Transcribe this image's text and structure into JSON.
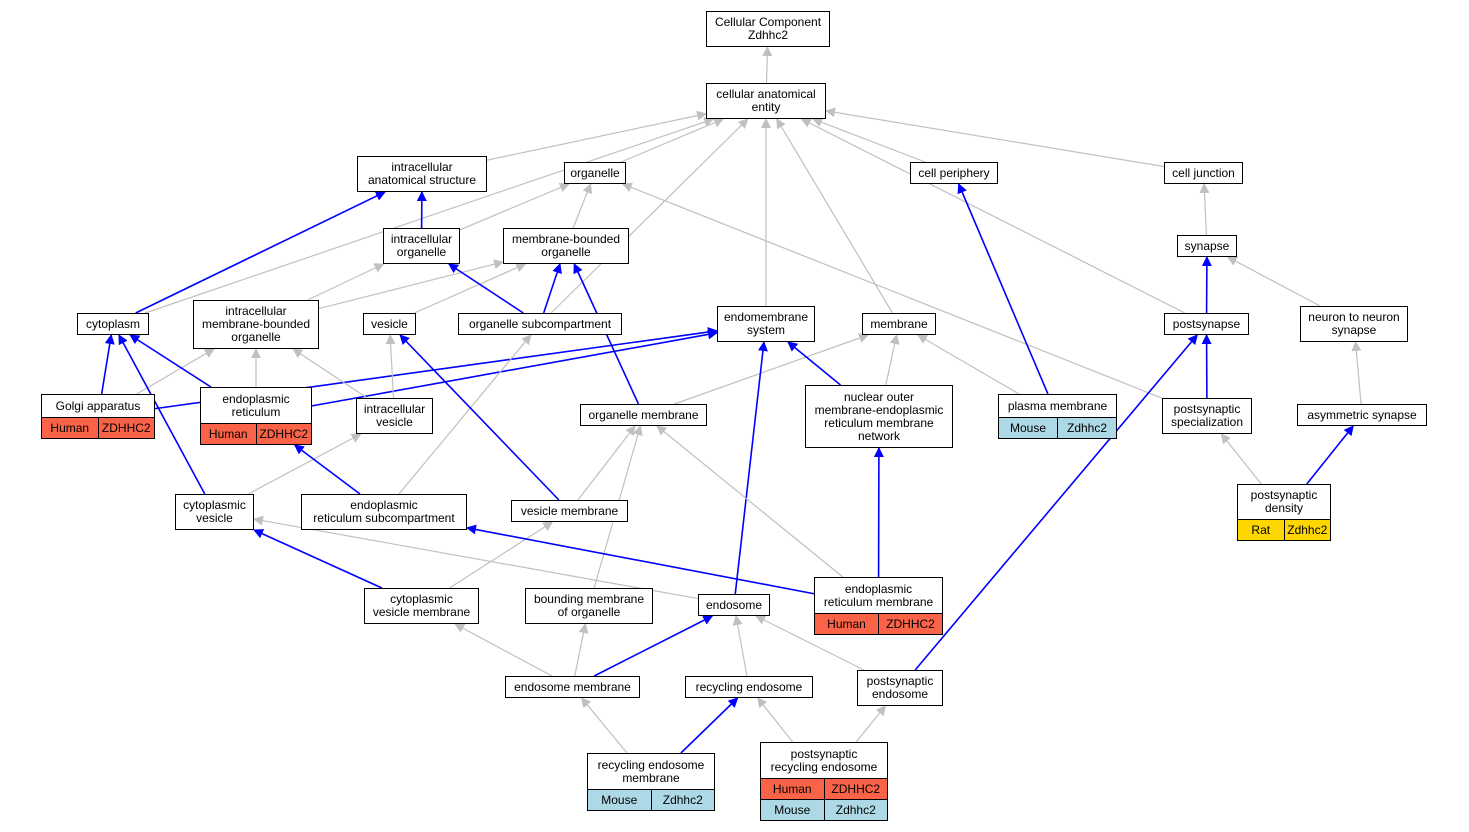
{
  "colors": {
    "edge_gray": "#c0c0c0",
    "edge_blue": "#0000ff",
    "human": "#fa6347",
    "mouse": "#add8e6",
    "rat": "#ffd700"
  },
  "nodes": {
    "root": {
      "label": "Cellular Component\nZdhhc2"
    },
    "cae": {
      "label": "cellular anatomical\nentity"
    },
    "ias": {
      "label": "intracellular\nanatomical structure"
    },
    "organelle": {
      "label": "organelle"
    },
    "cellper": {
      "label": "cell periphery"
    },
    "celljunc": {
      "label": "cell junction"
    },
    "intorg": {
      "label": "intracellular\norganelle"
    },
    "mbo": {
      "label": "membrane-bounded\norganelle"
    },
    "synapse": {
      "label": "synapse"
    },
    "cytoplasm": {
      "label": "cytoplasm"
    },
    "imbo": {
      "label": "intracellular\nmembrane-bounded\norganelle"
    },
    "vesicle": {
      "label": "vesicle"
    },
    "orgsub": {
      "label": "organelle subcompartment"
    },
    "endomem": {
      "label": "endomembrane\nsystem"
    },
    "membrane": {
      "label": "membrane"
    },
    "postsynapse": {
      "label": "postsynapse"
    },
    "n2n": {
      "label": "neuron to neuron\nsynapse"
    },
    "golgi": {
      "label": "Golgi apparatus",
      "rows": [
        [
          "Human",
          "ZDHHC2"
        ]
      ]
    },
    "er": {
      "label": "endoplasmic\nreticulum",
      "rows": [
        [
          "Human",
          "ZDHHC2"
        ]
      ]
    },
    "intves": {
      "label": "intracellular\nvesicle"
    },
    "orgmem": {
      "label": "organelle membrane"
    },
    "nomer": {
      "label": "nuclear outer\nmembrane-endoplasmic\nreticulum membrane\nnetwork"
    },
    "plasmamem": {
      "label": "plasma membrane",
      "rows": [
        [
          "Mouse",
          "Zdhhc2"
        ]
      ]
    },
    "pss": {
      "label": "postsynaptic\nspecialization"
    },
    "asymsyn": {
      "label": "asymmetric synapse"
    },
    "cytoves": {
      "label": "cytoplasmic\nvesicle"
    },
    "ersub": {
      "label": "endoplasmic\nreticulum subcompartment"
    },
    "vesmem": {
      "label": "vesicle membrane"
    },
    "psd": {
      "label": "postsynaptic\ndensity",
      "rows": [
        [
          "Rat",
          "Zdhhc2"
        ]
      ]
    },
    "cvm": {
      "label": "cytoplasmic\nvesicle membrane"
    },
    "bmo": {
      "label": "bounding membrane\nof organelle"
    },
    "endosome": {
      "label": "endosome"
    },
    "ermem": {
      "label": "endoplasmic\nreticulum membrane",
      "rows": [
        [
          "Human",
          "ZDHHC2"
        ]
      ]
    },
    "endomemb": {
      "label": "endosome membrane"
    },
    "recendo": {
      "label": "recycling endosome"
    },
    "psendo": {
      "label": "postsynaptic\nendosome"
    },
    "rem": {
      "label": "recycling endosome\nmembrane",
      "rows": [
        [
          "Mouse",
          "Zdhhc2"
        ]
      ]
    },
    "psre": {
      "label": "postsynaptic\nrecycling endosome",
      "rows": [
        [
          "Human",
          "ZDHHC2"
        ],
        [
          "Mouse",
          "Zdhhc2"
        ]
      ]
    }
  },
  "edges": [
    {
      "from": "cae",
      "to": "root",
      "kind": "gray"
    },
    {
      "from": "ias",
      "to": "cae",
      "kind": "gray"
    },
    {
      "from": "organelle",
      "to": "cae",
      "kind": "gray"
    },
    {
      "from": "cellper",
      "to": "cae",
      "kind": "gray"
    },
    {
      "from": "celljunc",
      "to": "cae",
      "kind": "gray"
    },
    {
      "from": "cytoplasm",
      "to": "cae",
      "kind": "gray"
    },
    {
      "from": "orgsub",
      "to": "cae",
      "kind": "gray"
    },
    {
      "from": "endomem",
      "to": "cae",
      "kind": "gray"
    },
    {
      "from": "membrane",
      "to": "cae",
      "kind": "gray"
    },
    {
      "from": "postsynapse",
      "to": "cae",
      "kind": "gray"
    },
    {
      "from": "intorg",
      "to": "ias",
      "kind": "blue"
    },
    {
      "from": "intorg",
      "to": "organelle",
      "kind": "gray"
    },
    {
      "from": "mbo",
      "to": "organelle",
      "kind": "gray"
    },
    {
      "from": "pss",
      "to": "organelle",
      "kind": "gray"
    },
    {
      "from": "plasmamem",
      "to": "cellper",
      "kind": "blue"
    },
    {
      "from": "synapse",
      "to": "celljunc",
      "kind": "gray"
    },
    {
      "from": "postsynapse",
      "to": "synapse",
      "kind": "blue"
    },
    {
      "from": "n2n",
      "to": "synapse",
      "kind": "gray"
    },
    {
      "from": "cytoplasm",
      "to": "ias",
      "kind": "blue"
    },
    {
      "from": "imbo",
      "to": "intorg",
      "kind": "gray"
    },
    {
      "from": "imbo",
      "to": "mbo",
      "kind": "gray"
    },
    {
      "from": "vesicle",
      "to": "mbo",
      "kind": "gray"
    },
    {
      "from": "orgsub",
      "to": "intorg",
      "kind": "blue"
    },
    {
      "from": "orgsub",
      "to": "mbo",
      "kind": "blue"
    },
    {
      "from": "orgmem",
      "to": "mbo",
      "kind": "blue"
    },
    {
      "from": "golgi",
      "to": "cytoplasm",
      "kind": "blue"
    },
    {
      "from": "golgi",
      "to": "imbo",
      "kind": "gray"
    },
    {
      "from": "golgi",
      "to": "endomem",
      "kind": "blue"
    },
    {
      "from": "er",
      "to": "cytoplasm",
      "kind": "blue"
    },
    {
      "from": "er",
      "to": "imbo",
      "kind": "gray"
    },
    {
      "from": "er",
      "to": "endomem",
      "kind": "blue"
    },
    {
      "from": "intves",
      "to": "imbo",
      "kind": "gray"
    },
    {
      "from": "intves",
      "to": "vesicle",
      "kind": "gray"
    },
    {
      "from": "orgmem",
      "to": "membrane",
      "kind": "gray"
    },
    {
      "from": "nomer",
      "to": "endomem",
      "kind": "blue"
    },
    {
      "from": "nomer",
      "to": "membrane",
      "kind": "gray"
    },
    {
      "from": "plasmamem",
      "to": "membrane",
      "kind": "gray"
    },
    {
      "from": "pss",
      "to": "postsynapse",
      "kind": "blue"
    },
    {
      "from": "asymsyn",
      "to": "n2n",
      "kind": "gray"
    },
    {
      "from": "psd",
      "to": "pss",
      "kind": "gray"
    },
    {
      "from": "psd",
      "to": "asymsyn",
      "kind": "blue"
    },
    {
      "from": "cytoves",
      "to": "intves",
      "kind": "gray"
    },
    {
      "from": "cytoves",
      "to": "cytoplasm",
      "kind": "blue"
    },
    {
      "from": "ersub",
      "to": "er",
      "kind": "blue"
    },
    {
      "from": "ersub",
      "to": "orgsub",
      "kind": "gray"
    },
    {
      "from": "vesmem",
      "to": "vesicle",
      "kind": "blue"
    },
    {
      "from": "vesmem",
      "to": "orgmem",
      "kind": "gray"
    },
    {
      "from": "cvm",
      "to": "cytoves",
      "kind": "blue"
    },
    {
      "from": "cvm",
      "to": "vesmem",
      "kind": "gray"
    },
    {
      "from": "bmo",
      "to": "orgmem",
      "kind": "gray"
    },
    {
      "from": "endosome",
      "to": "endomem",
      "kind": "blue"
    },
    {
      "from": "endosome",
      "to": "cytoves",
      "kind": "gray"
    },
    {
      "from": "ermem",
      "to": "nomer",
      "kind": "blue"
    },
    {
      "from": "ermem",
      "to": "ersub",
      "kind": "blue"
    },
    {
      "from": "ermem",
      "to": "orgmem",
      "kind": "gray"
    },
    {
      "from": "endomemb",
      "to": "cvm",
      "kind": "gray"
    },
    {
      "from": "endomemb",
      "to": "bmo",
      "kind": "gray"
    },
    {
      "from": "endomemb",
      "to": "endosome",
      "kind": "blue"
    },
    {
      "from": "recendo",
      "to": "endosome",
      "kind": "gray"
    },
    {
      "from": "psendo",
      "to": "endosome",
      "kind": "gray"
    },
    {
      "from": "psendo",
      "to": "postsynapse",
      "kind": "blue"
    },
    {
      "from": "rem",
      "to": "endomemb",
      "kind": "gray"
    },
    {
      "from": "rem",
      "to": "recendo",
      "kind": "blue"
    },
    {
      "from": "psre",
      "to": "recendo",
      "kind": "gray"
    },
    {
      "from": "psre",
      "to": "psendo",
      "kind": "gray"
    }
  ]
}
